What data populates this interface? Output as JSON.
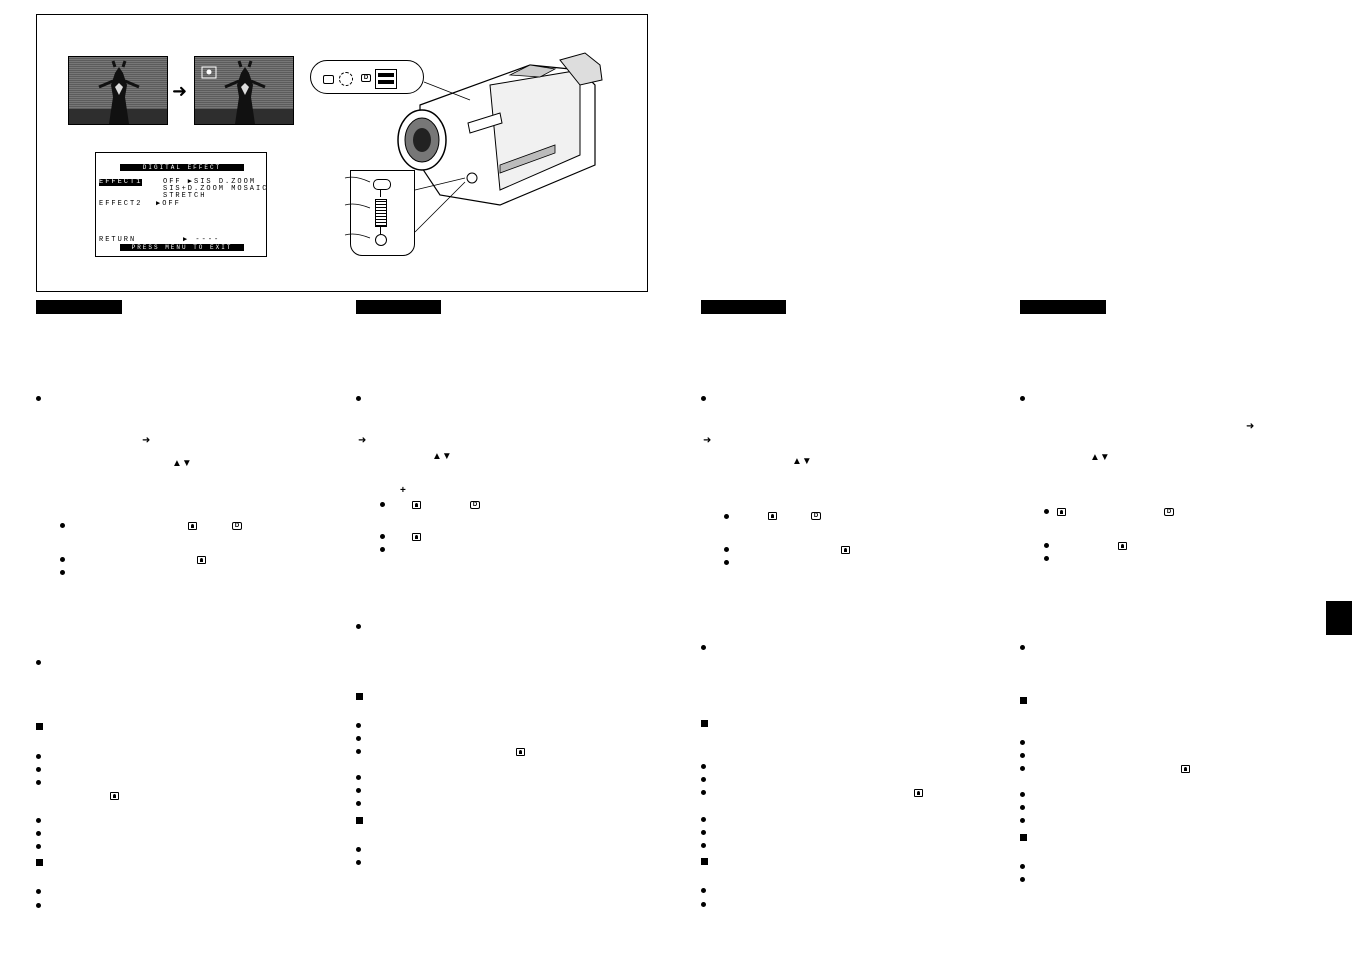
{
  "figure": {
    "arrow_symbol": "➜",
    "menu": {
      "title": "DIGITAL EFFECT",
      "effect1_label": "EFFECT1",
      "effect1_line1": "OFF ▶SIS  D.ZOOM",
      "effect1_line2": "SIS+D.ZOOM MOSAIC",
      "effect1_line3": "STRETCH",
      "effect2_label": "EFFECT2",
      "effect2_value": "▶OFF",
      "return_label": "RETURN",
      "return_value": "▶ ----",
      "footer": "PRESS MENU TO EXIT"
    },
    "mode_dial_icon_d": "D"
  },
  "symbols": {
    "arrow": "➜",
    "updown": "▲▼",
    "plus": "+",
    "d_icon": "D"
  },
  "colors": {
    "ink": "#000000",
    "paper": "#ffffff"
  }
}
